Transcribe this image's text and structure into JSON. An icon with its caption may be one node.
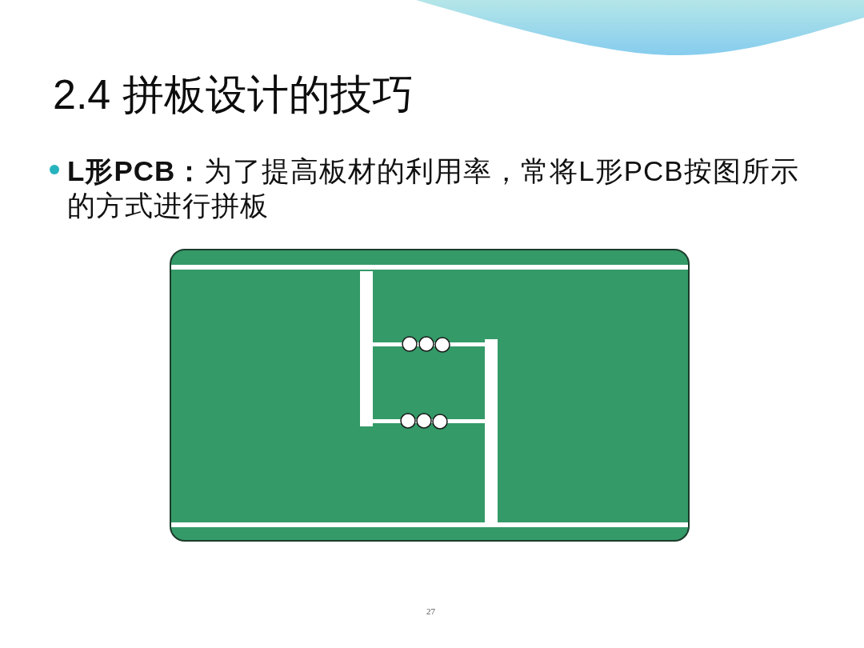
{
  "diagram": {
    "title": "2.4 拼板设计的技巧",
    "labels": [
      "**L形PCB：**为了提高板材的利用率，常将L形PCB按图所示的方式进行拼板",
      "27"
    ]
  }
}
